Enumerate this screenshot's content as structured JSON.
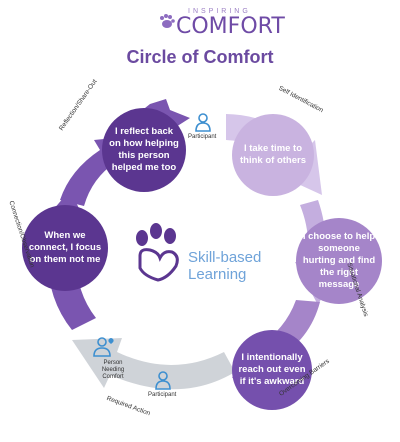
{
  "logo": {
    "small": "INSPIRING",
    "big": "COMFORT"
  },
  "title": "Circle of Comfort",
  "nodes": [
    {
      "text": "I reflect back on how helping this person helped me too"
    },
    {
      "text": "I take time to think of others"
    },
    {
      "text": "I choose to help someone hurting and find the right message"
    },
    {
      "text": "I intentionally reach out even if it's awkward"
    },
    {
      "text": "When we connect, I focus on them not me"
    }
  ],
  "arc_labels": {
    "reflection": "Reflection/Share-Out",
    "self_identification": "Self Identification",
    "situational": "Situational Analysis",
    "barriers": "Overcoming Barriers",
    "required": "Required Action",
    "connection": "Connection/Observation"
  },
  "people": {
    "participant_top": "Participant",
    "participant_bottom": "Participant",
    "needing": "Person Needing Comfort"
  },
  "center": {
    "line1": "Skill-based",
    "line2": "Learning"
  },
  "colors": {
    "dark": "#5b3690",
    "mid": "#a585c9",
    "light": "#c9b3e0",
    "gray": "#cfd3d8",
    "accent": "#6fa3d9",
    "title": "#6b4aa0"
  }
}
